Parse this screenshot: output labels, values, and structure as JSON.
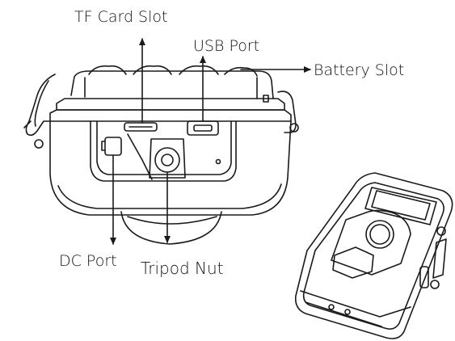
{
  "labels": {
    "tf_card_slot": "TF Card Slot",
    "usb_port": "USB Port",
    "battery_slot": "Battery Slot",
    "dc_port": "DC Port",
    "tripod_nut": "Tripod Nut"
  },
  "colors": {
    "line": "#1a1a1a",
    "text": "#111111",
    "background": "#ffffff"
  }
}
